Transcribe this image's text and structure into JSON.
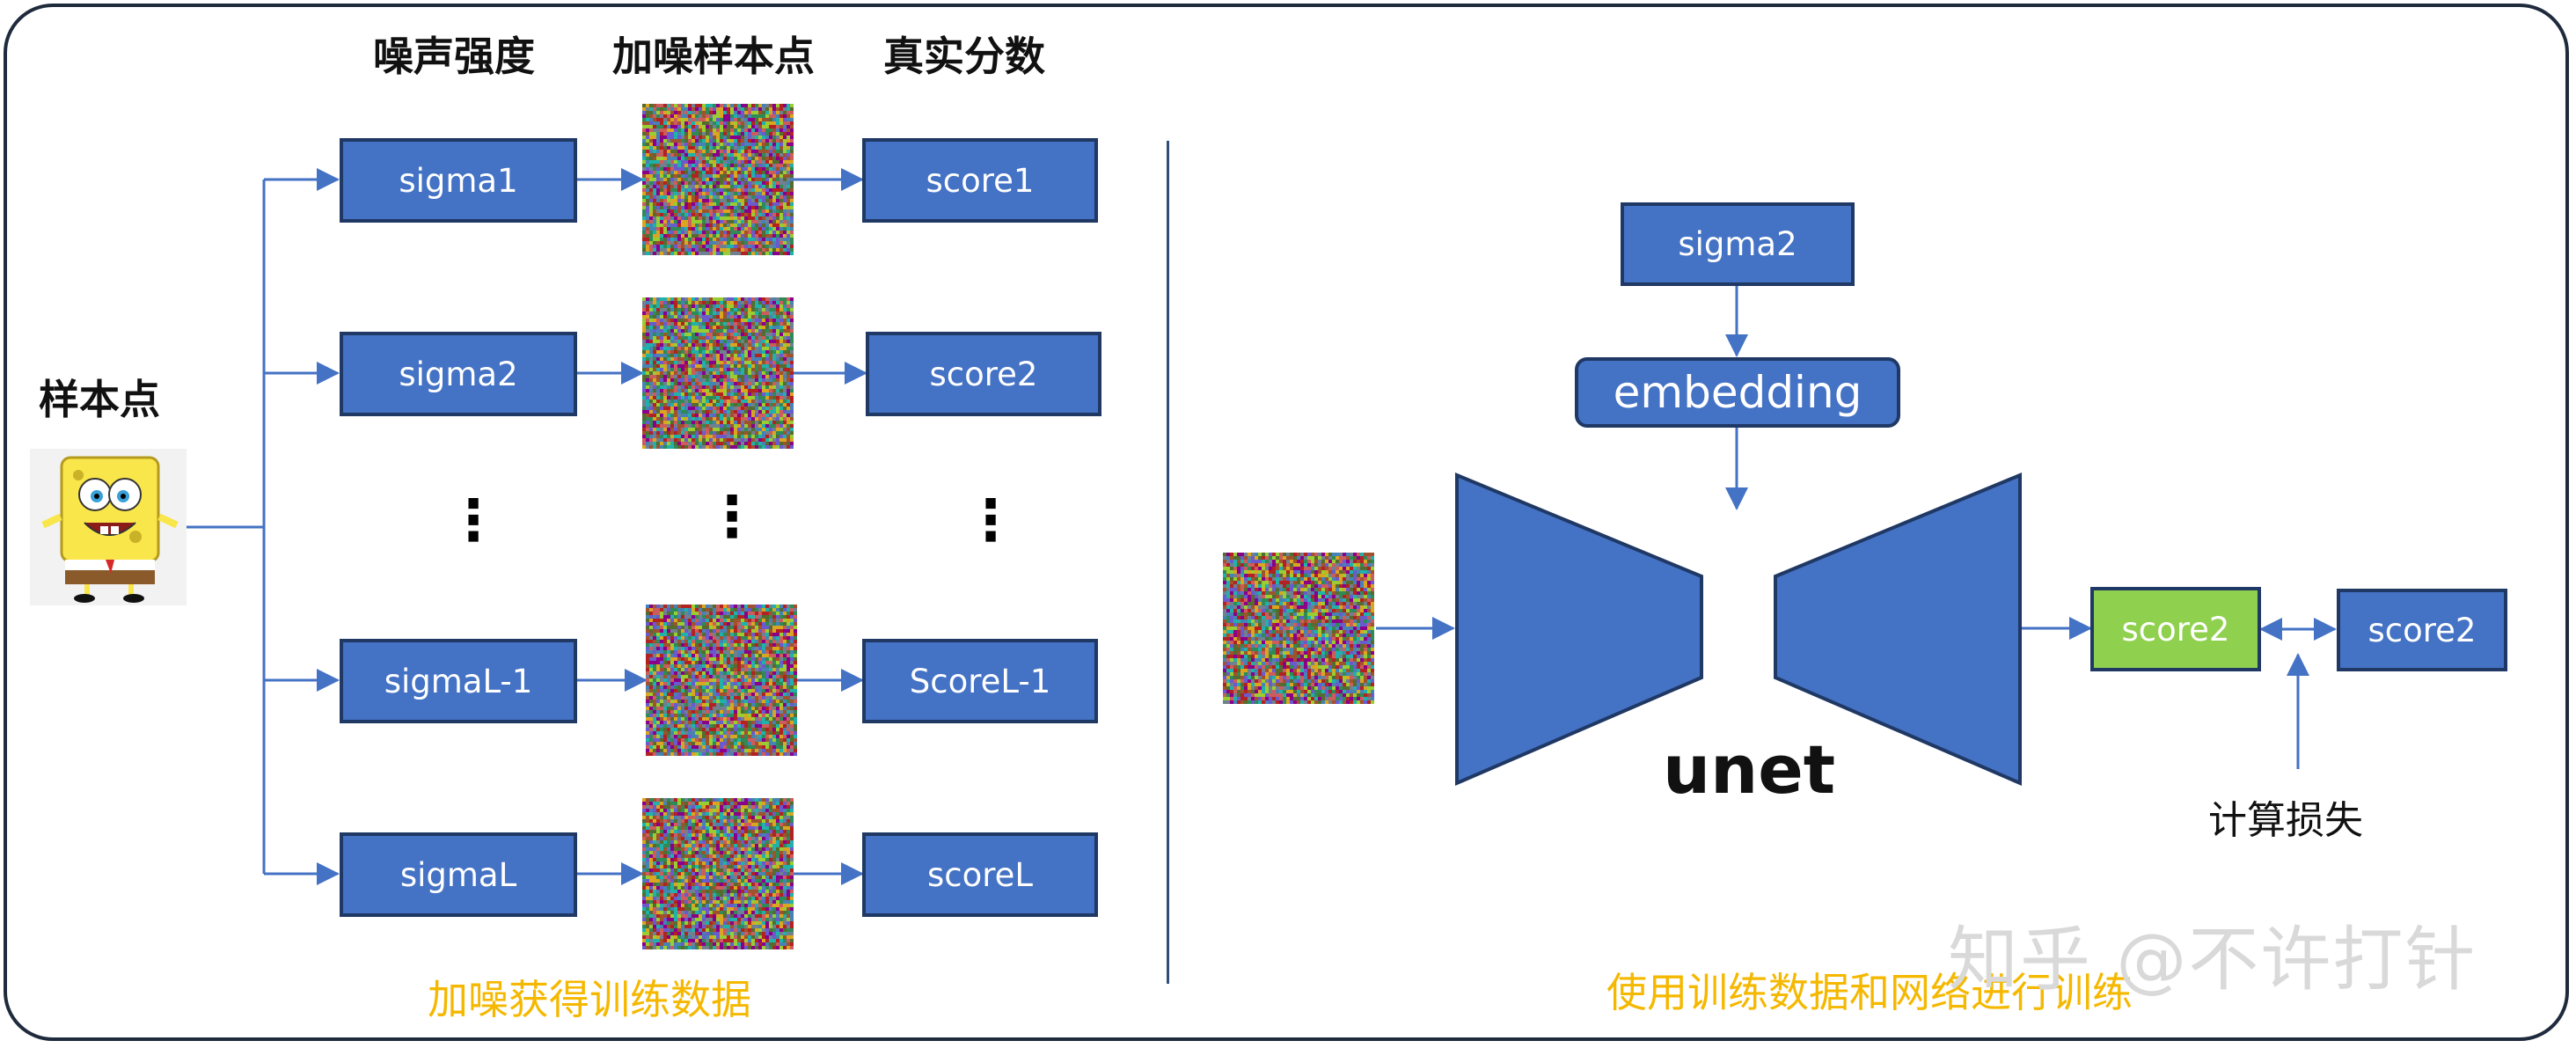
{
  "headers": {
    "noise_strength": "噪声强度",
    "noisy_samples": "加噪样本点",
    "true_score": "真实分数"
  },
  "sample_point_label": "样本点",
  "rows": [
    {
      "sigma": "sigma1",
      "score": "score1"
    },
    {
      "sigma": "sigma2",
      "score": "score2"
    },
    {
      "sigma": "sigmaL-1",
      "score": "ScoreL-1"
    },
    {
      "sigma": "sigmaL",
      "score": "scoreL"
    }
  ],
  "ellipsis": "⋮",
  "left_caption": "加噪获得训练数据",
  "right": {
    "sigma_box": "sigma2",
    "embedding_box": "embedding",
    "unet_label": "unet",
    "pred_score": "score2",
    "target_score": "score2",
    "loss_label": "计算损失",
    "caption": "使用训练数据和网络进行训练"
  },
  "watermark": "知乎 @不许打针",
  "colors": {
    "box_fill": "#4472c4",
    "box_border": "#1f3864",
    "pred_fill": "#8fd14f",
    "caption": "#f5b800",
    "arrow": "#4472c4"
  }
}
